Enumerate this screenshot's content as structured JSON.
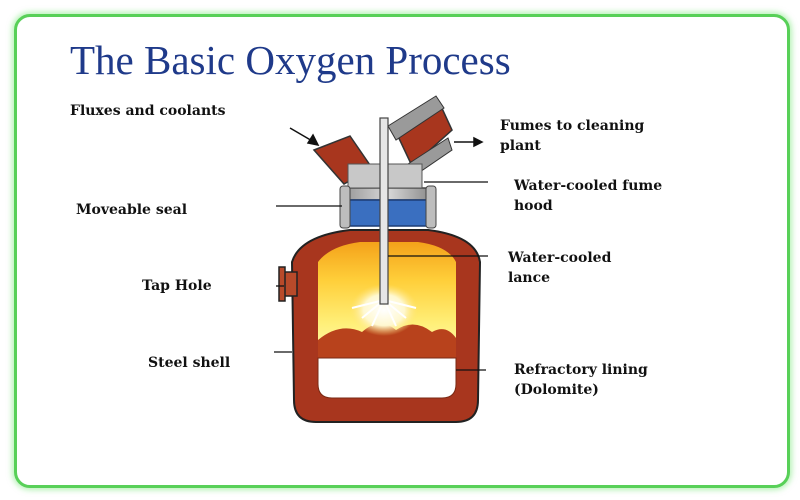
{
  "title": "The Basic Oxygen Process",
  "labels": {
    "fluxes": "Fluxes and coolants",
    "fumes_line1": "Fumes to cleaning",
    "fumes_line2": "plant",
    "hood_line1": "Water-cooled fume",
    "hood_line2": "hood",
    "seal": "Moveable seal",
    "lance_line1": "Water-cooled",
    "lance_line2": "lance",
    "tap_hole": "Tap Hole",
    "steel_shell": "Steel shell",
    "refractory_line1": "Refractory lining",
    "refractory_line2": "(Dolomite)"
  },
  "colors": {
    "title": "#1f3a8a",
    "border": "#58d058",
    "shell": "#a8361e",
    "hood": "#8a8a8a",
    "seal": "#3a6fc0",
    "flame": "#ffe27a"
  }
}
